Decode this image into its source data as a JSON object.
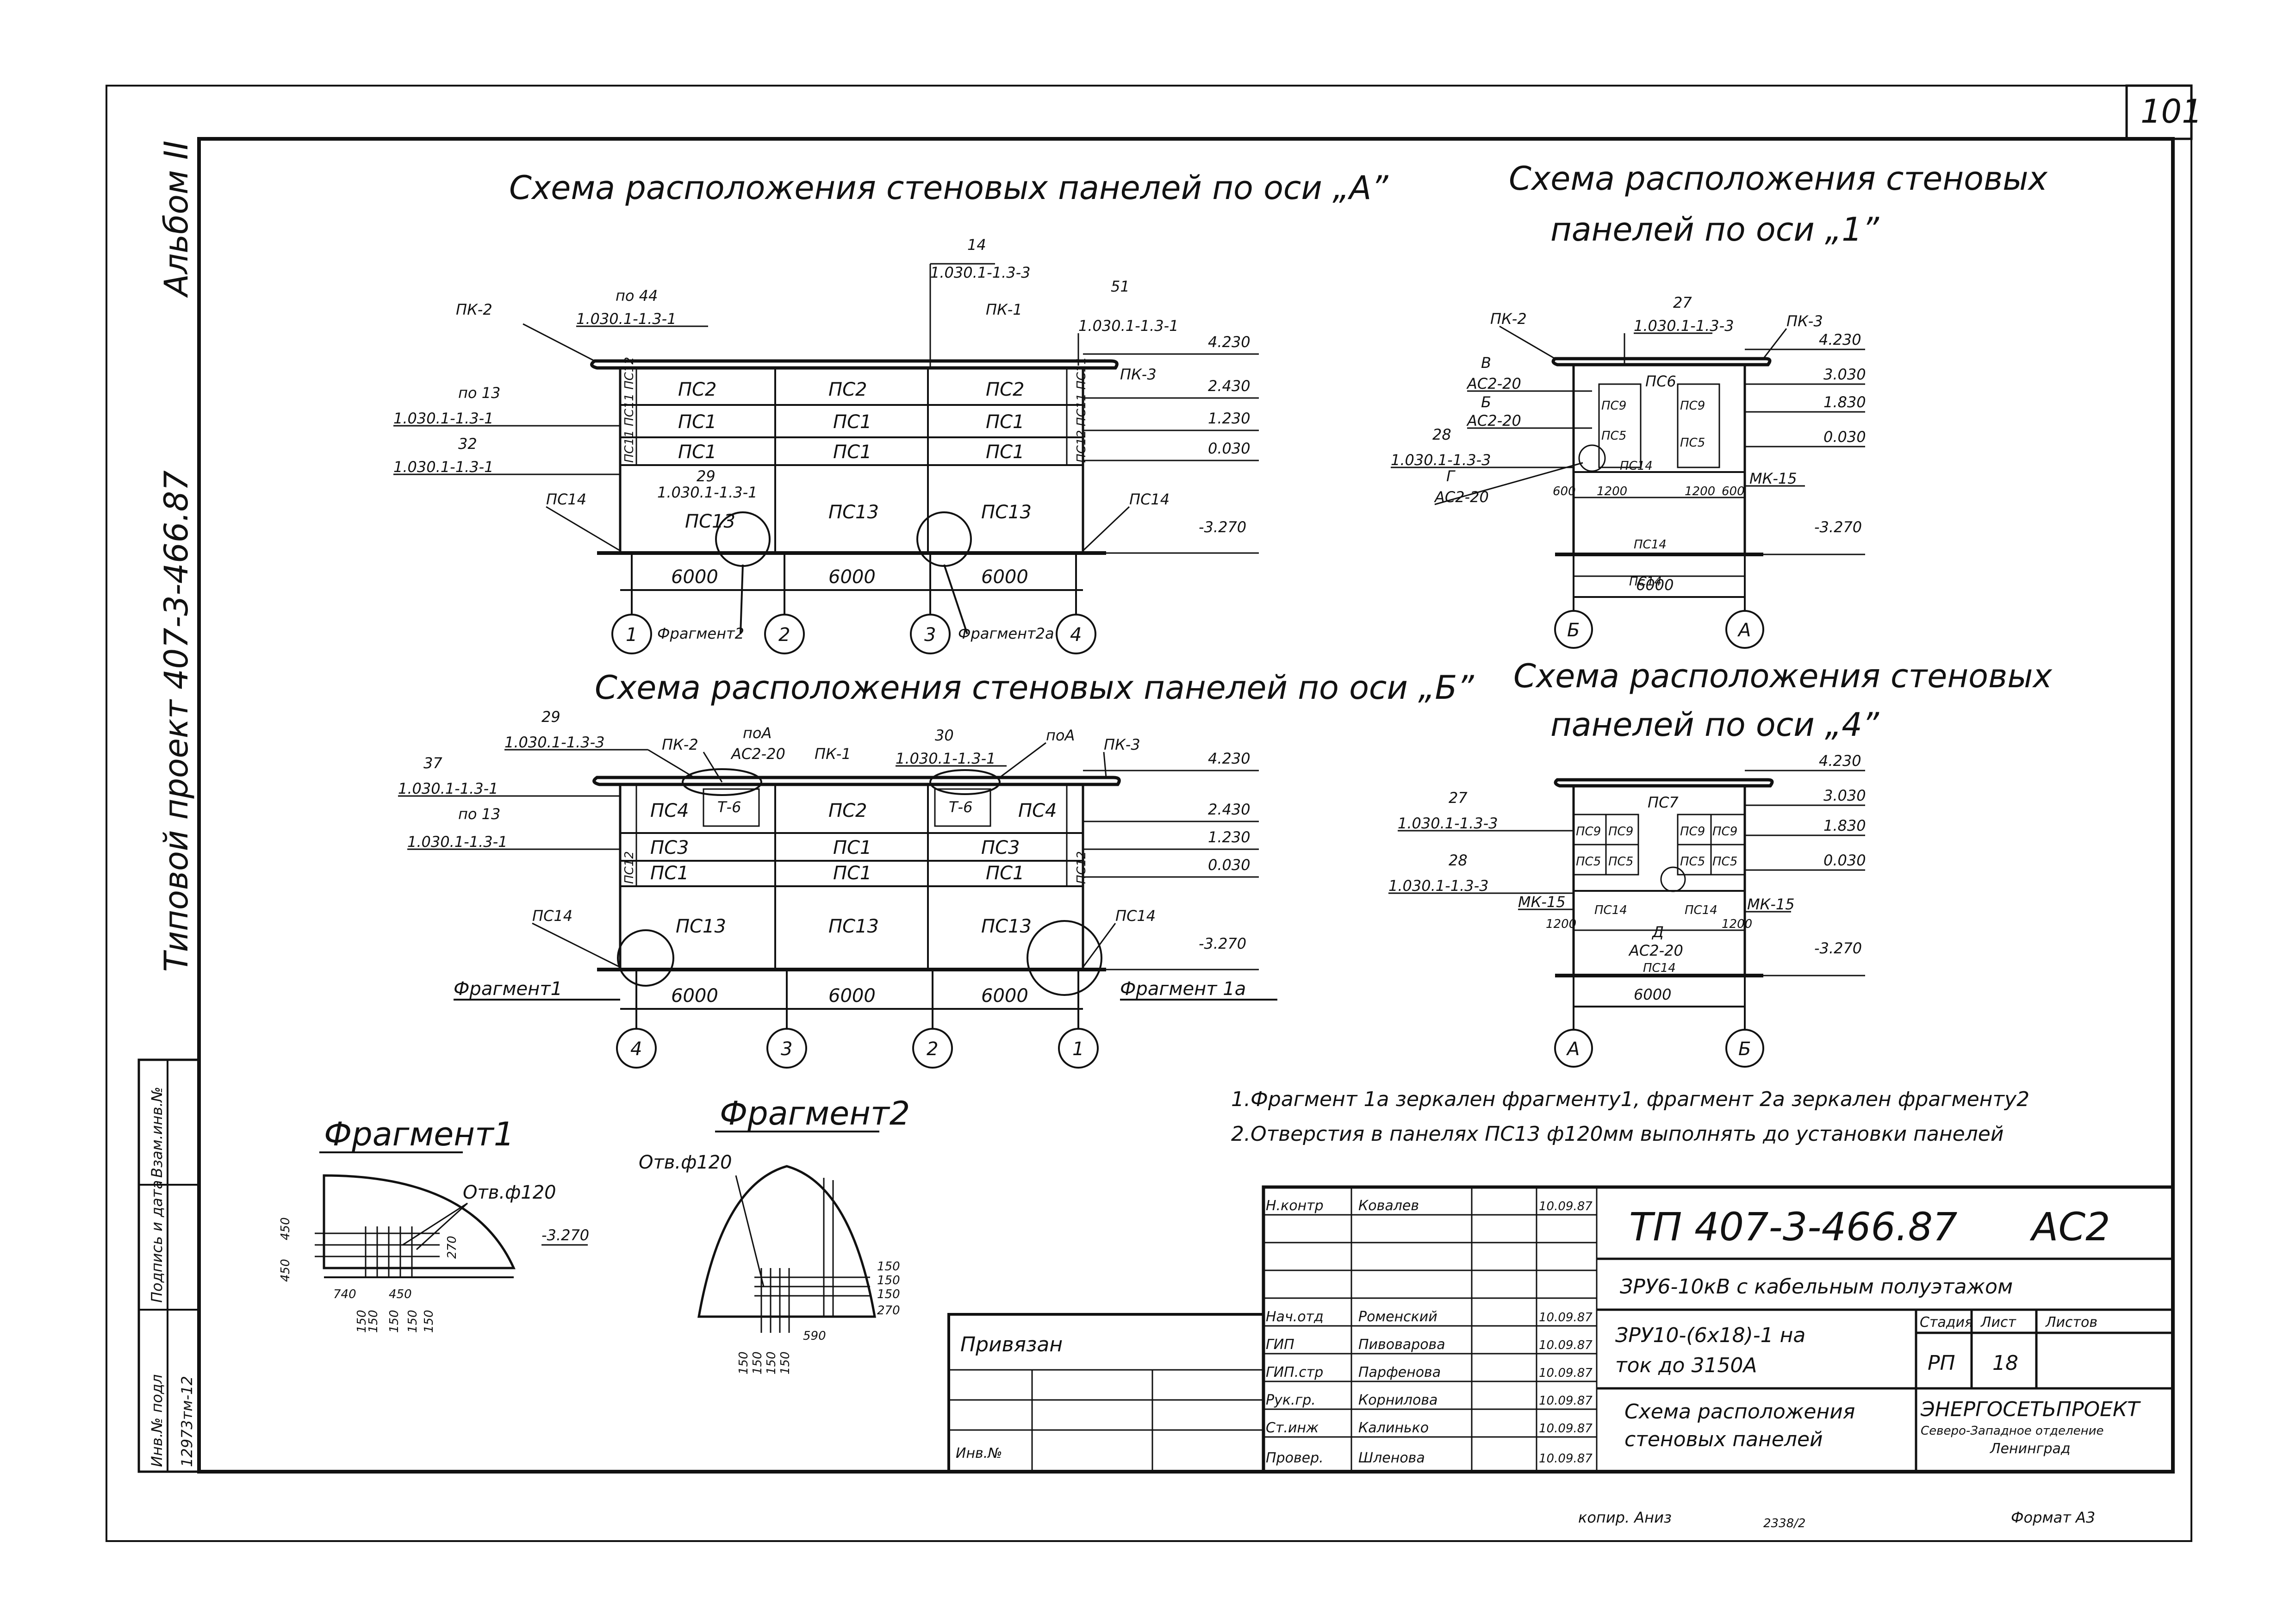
{
  "sheet": {
    "sheet_number": "101",
    "album": "Альбом II",
    "project": "Типовой проект 407-3-466.87",
    "side_stamp": [
      "Инв.№ подл",
      "Подпись и дата",
      "Взам.инв.№"
    ],
    "inventory": "12973тм-12"
  },
  "schemes": {
    "axis_a": {
      "title": "Схема расположения стеновых панелей по оси „А”",
      "panels": [
        "ПС2",
        "ПС2",
        "ПС2",
        "ПС1",
        "ПС1",
        "ПС1",
        "ПС1",
        "ПС1",
        "ПС1",
        "ПС13",
        "ПС13",
        "ПС13"
      ],
      "callouts": [
        "ПК-2",
        "по 44",
        "1.030.1-1.3-1",
        "14",
        "1.030.1-1.3-3",
        "ПК-1",
        "51",
        "1.030.1-1.3-1",
        "ПК-3",
        "по 13",
        "1.030.1-1.3-1",
        "32",
        "1.030.1-1.3-1",
        "29",
        "1.030.1-1.3-1",
        "ПС14",
        "ПС14",
        "ПС11 ПС11 ПС12",
        "ПС12 ПС11 ПС11"
      ],
      "levels": [
        "4.230",
        "2.430",
        "1.230",
        "0.030",
        "-3.270"
      ],
      "spans": [
        "6000",
        "6000",
        "6000"
      ],
      "axes": [
        "1",
        "2",
        "3",
        "4"
      ],
      "fragments": [
        "Фрагмент2",
        "Фрагмент2а"
      ]
    },
    "axis_b": {
      "title": "Схема расположения стеновых панелей по оси „Б”",
      "panels": [
        "ПС4",
        "Т-6",
        "ПС2",
        "Т-6",
        "ПС4",
        "ПС3",
        "ПС1",
        "ПС3",
        "ПС1",
        "ПС1",
        "ПС1",
        "ПС13",
        "ПС13",
        "ПС13"
      ],
      "callouts": [
        "29",
        "1.030.1-1.3-3",
        "ПК-2",
        "поА",
        "АС2-20",
        "ПК-1",
        "30",
        "1.030.1-1.3-1",
        "поА",
        "ПК-3",
        "37",
        "1.030.1-1.3-1",
        "по 13",
        "1.030.1-1.3-1",
        "ПС14",
        "ПС14",
        "ПС12",
        "ПС12"
      ],
      "levels": [
        "4.230",
        "2.430",
        "1.230",
        "0.030",
        "-3.270"
      ],
      "spans": [
        "6000",
        "6000",
        "6000"
      ],
      "axes": [
        "4",
        "3",
        "2",
        "1"
      ],
      "fragments": [
        "Фрагмент1",
        "Фрагмент 1а"
      ]
    },
    "axis_1": {
      "title_line1": "Схема расположения стеновых",
      "title_line2": "панелей по оси „1”",
      "panels": [
        "ПС6",
        "ПС9",
        "ПС5",
        "ПС9",
        "ПС5",
        "ПС14",
        "ПС14",
        "ПС14"
      ],
      "callouts": [
        "ПК-2",
        "27",
        "1.030.1-1.3-3",
        "ПК-3",
        "В",
        "АС2-20",
        "Б",
        "АС2-20",
        "28",
        "1.030.1-1.3-3",
        "Г",
        "АС2-20",
        "МК-15"
      ],
      "levels": [
        "4.230",
        "3.030",
        "1.830",
        "0.030",
        "-3.270"
      ],
      "dims": [
        "600",
        "1200",
        "1200",
        "600"
      ],
      "spans": [
        "6000"
      ],
      "axes": [
        "Б",
        "А"
      ]
    },
    "axis_4": {
      "title_line1": "Схема расположения стеновых",
      "title_line2": "панелей по оси „4”",
      "panels": [
        "ПС7",
        "ПС9",
        "ПС9",
        "ПС9",
        "ПС9",
        "ПС5",
        "ПС5",
        "ПС5",
        "ПС5",
        "ПС14",
        "ПС14",
        "ПС14"
      ],
      "callouts": [
        "27",
        "1.030.1-1.3-3",
        "28",
        "1.030.1-1.3-3",
        "МК-15",
        "МК-15",
        "Д",
        "АС2-20"
      ],
      "levels": [
        "4.230",
        "3.030",
        "1.830",
        "0.030",
        "-3.270"
      ],
      "dims": [
        "1200",
        "1200"
      ],
      "spans": [
        "6000"
      ],
      "axes": [
        "А",
        "Б"
      ]
    }
  },
  "fragments": {
    "f1": {
      "title": "Фрагмент1",
      "hole": "Отв.ф120",
      "level": "-3.270",
      "dims_v": [
        "450",
        "450",
        "270"
      ],
      "dims_h": [
        "740",
        "450"
      ],
      "dims_b": [
        "150",
        "150",
        "150",
        "150",
        "150"
      ]
    },
    "f2": {
      "title": "Фрагмент2",
      "hole": "Отв.ф120",
      "dims_v": [
        "150",
        "150",
        "150",
        "270"
      ],
      "dims_h": [
        "590"
      ],
      "dims_b": [
        "150",
        "150",
        "150",
        "150"
      ]
    }
  },
  "notes": [
    "1.Фрагмент 1а зеркален фрагменту1, фрагмент 2а зеркален фрагменту2",
    "2.Отверстия в панелях ПС13 ф120мм выполнять до установки панелей"
  ],
  "title_block": {
    "code": "ТП 407-3-466.87",
    "mark": "АС2",
    "object": "ЗРУ6-10кВ с кабельным полуэтажом",
    "subtitle_line1": "ЗРУ10-(6х18)-1 на",
    "subtitle_line2": "ток до 3150А",
    "sheet_title_line1": "Схема расположения",
    "sheet_title_line2": "стеновых панелей",
    "stage_label": "Стадия",
    "sheet_label": "Лист",
    "sheets_label": "Листов",
    "stage": "РП",
    "sheet_no": "18",
    "org_line1": "ЭНЕРГОСЕТЬПРОЕКТ",
    "org_line2": "Северо-Западное отделение",
    "org_line3": "Ленинград",
    "bound_label": "Привязан",
    "inv_label": "Инв.№",
    "staff": [
      {
        "role": "Н.контр",
        "name": "Ковалев",
        "date": "10.09.87"
      },
      {
        "role": "Нач.отд",
        "name": "Роменский",
        "date": "10.09.87"
      },
      {
        "role": "ГИП",
        "name": "Пивоварова",
        "date": "10.09.87"
      },
      {
        "role": "ГИП.стр",
        "name": "Парфенова",
        "date": "10.09.87"
      },
      {
        "role": "Рук.гр.",
        "name": "Корнилова",
        "date": "10.09.87"
      },
      {
        "role": "Ст.инж",
        "name": "Калинько",
        "date": "10.09.87"
      },
      {
        "role": "Провер.",
        "name": "Шленова",
        "date": "10.09.87"
      }
    ]
  },
  "footer": {
    "copy": "копир. Аниз",
    "num": "2338/2",
    "format": "Формат А3"
  }
}
